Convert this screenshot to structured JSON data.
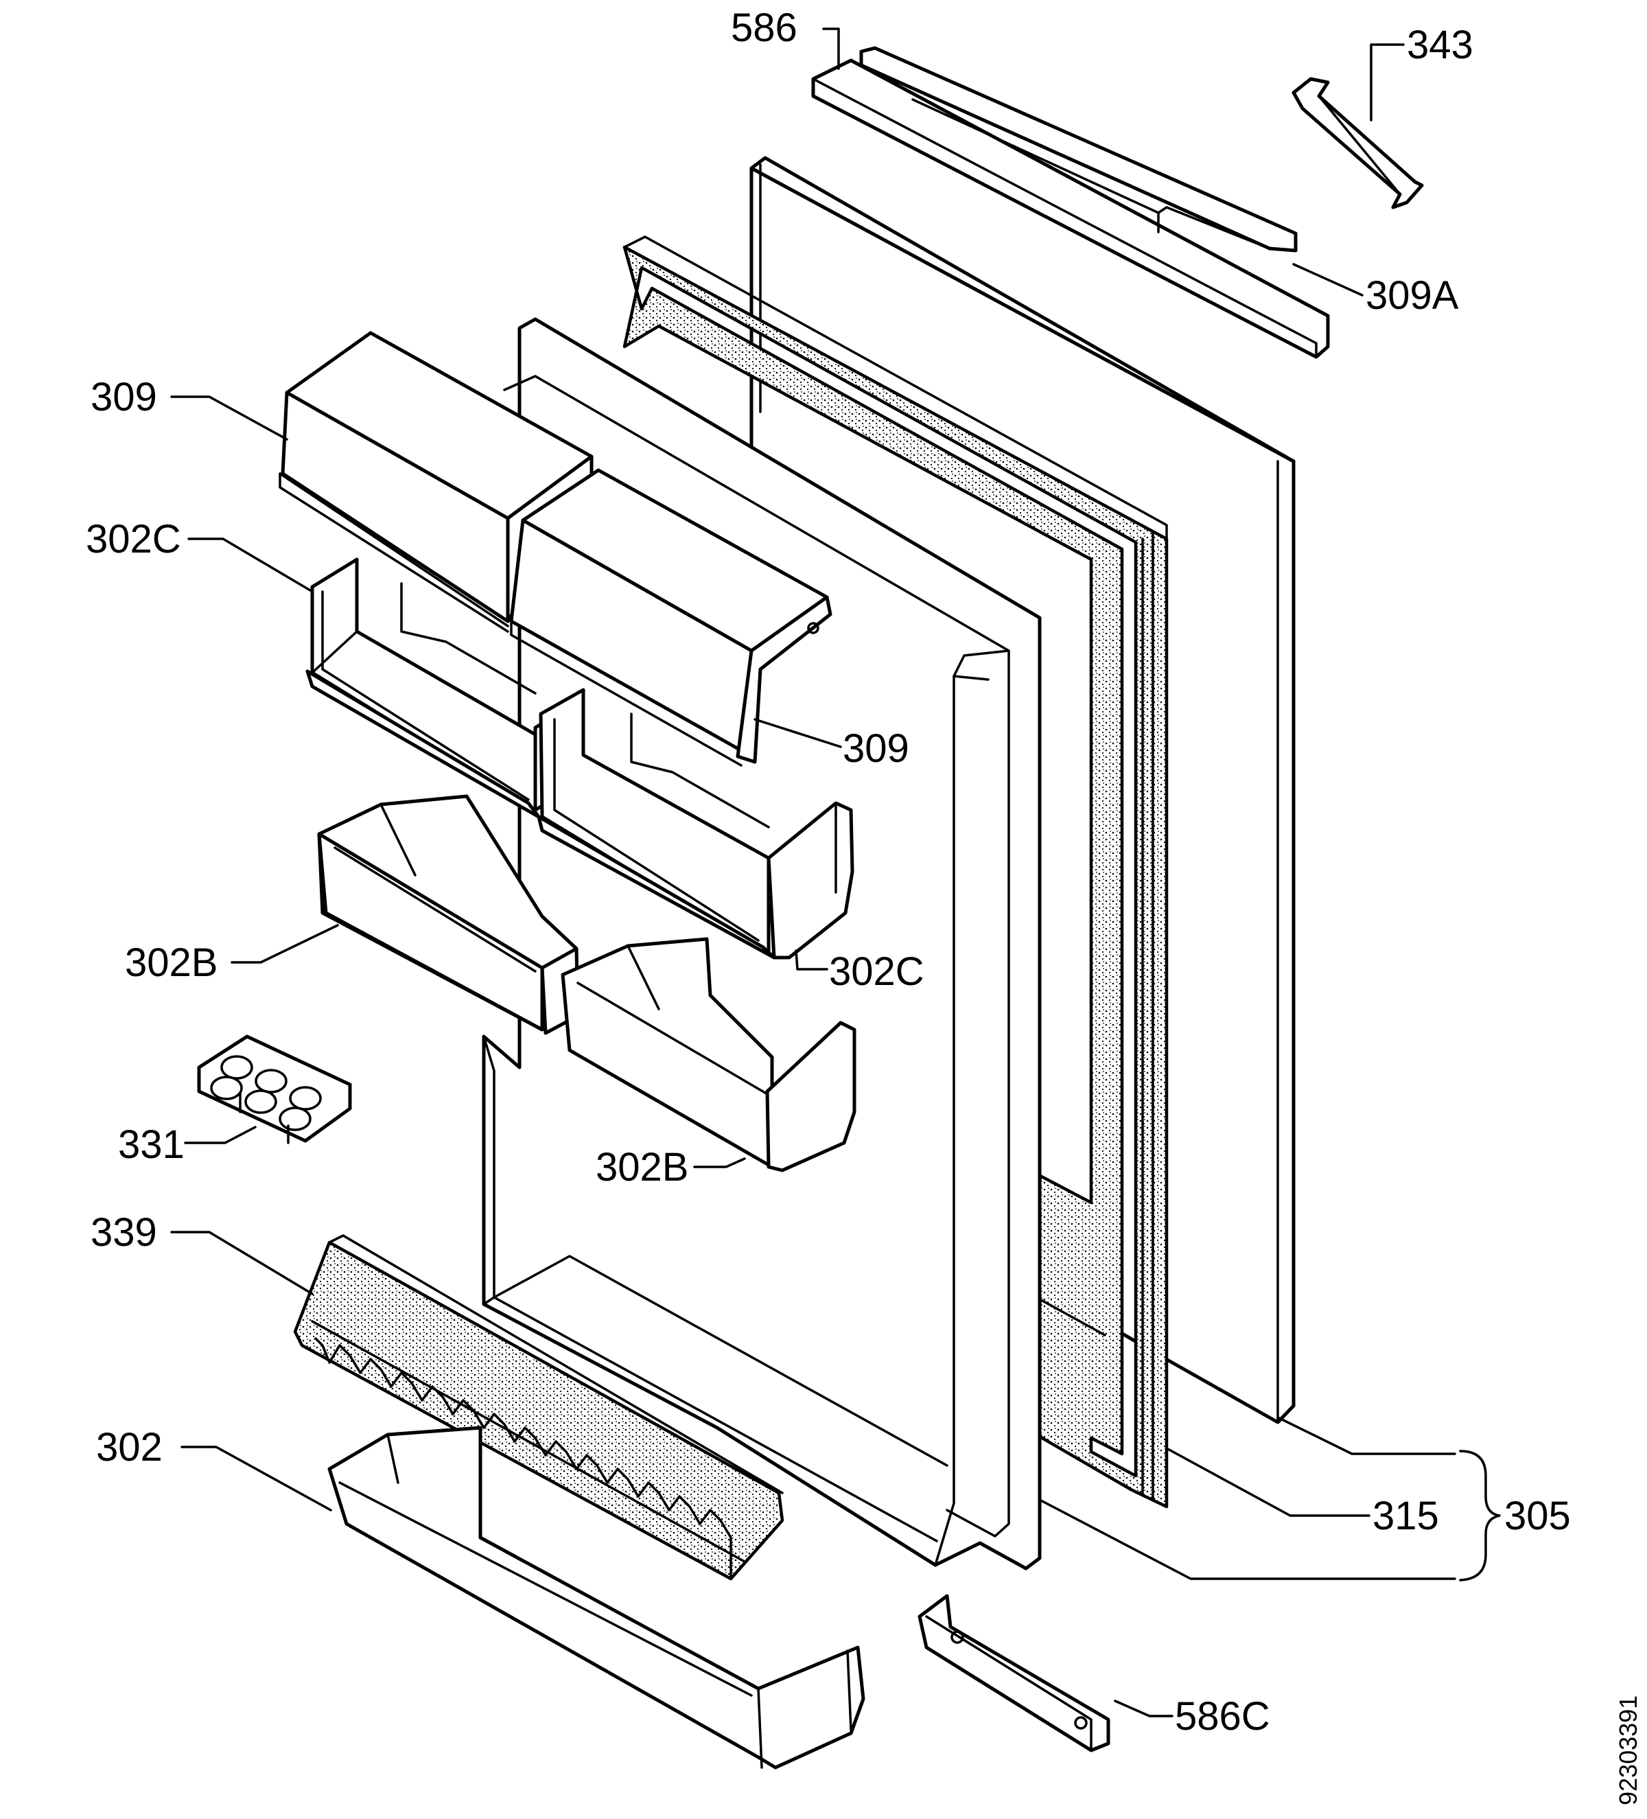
{
  "labels": {
    "l586": "586",
    "l343": "343",
    "l309a": "309A",
    "l309_top": "309",
    "l302c_left": "302C",
    "l309_mid": "309",
    "l302b_left": "302B",
    "l302c_right": "302C",
    "l331": "331",
    "l302b_mid": "302B",
    "l339": "339",
    "l302": "302",
    "l315": "315",
    "l305": "305",
    "l586c": "586C"
  },
  "document_id": "92303391"
}
